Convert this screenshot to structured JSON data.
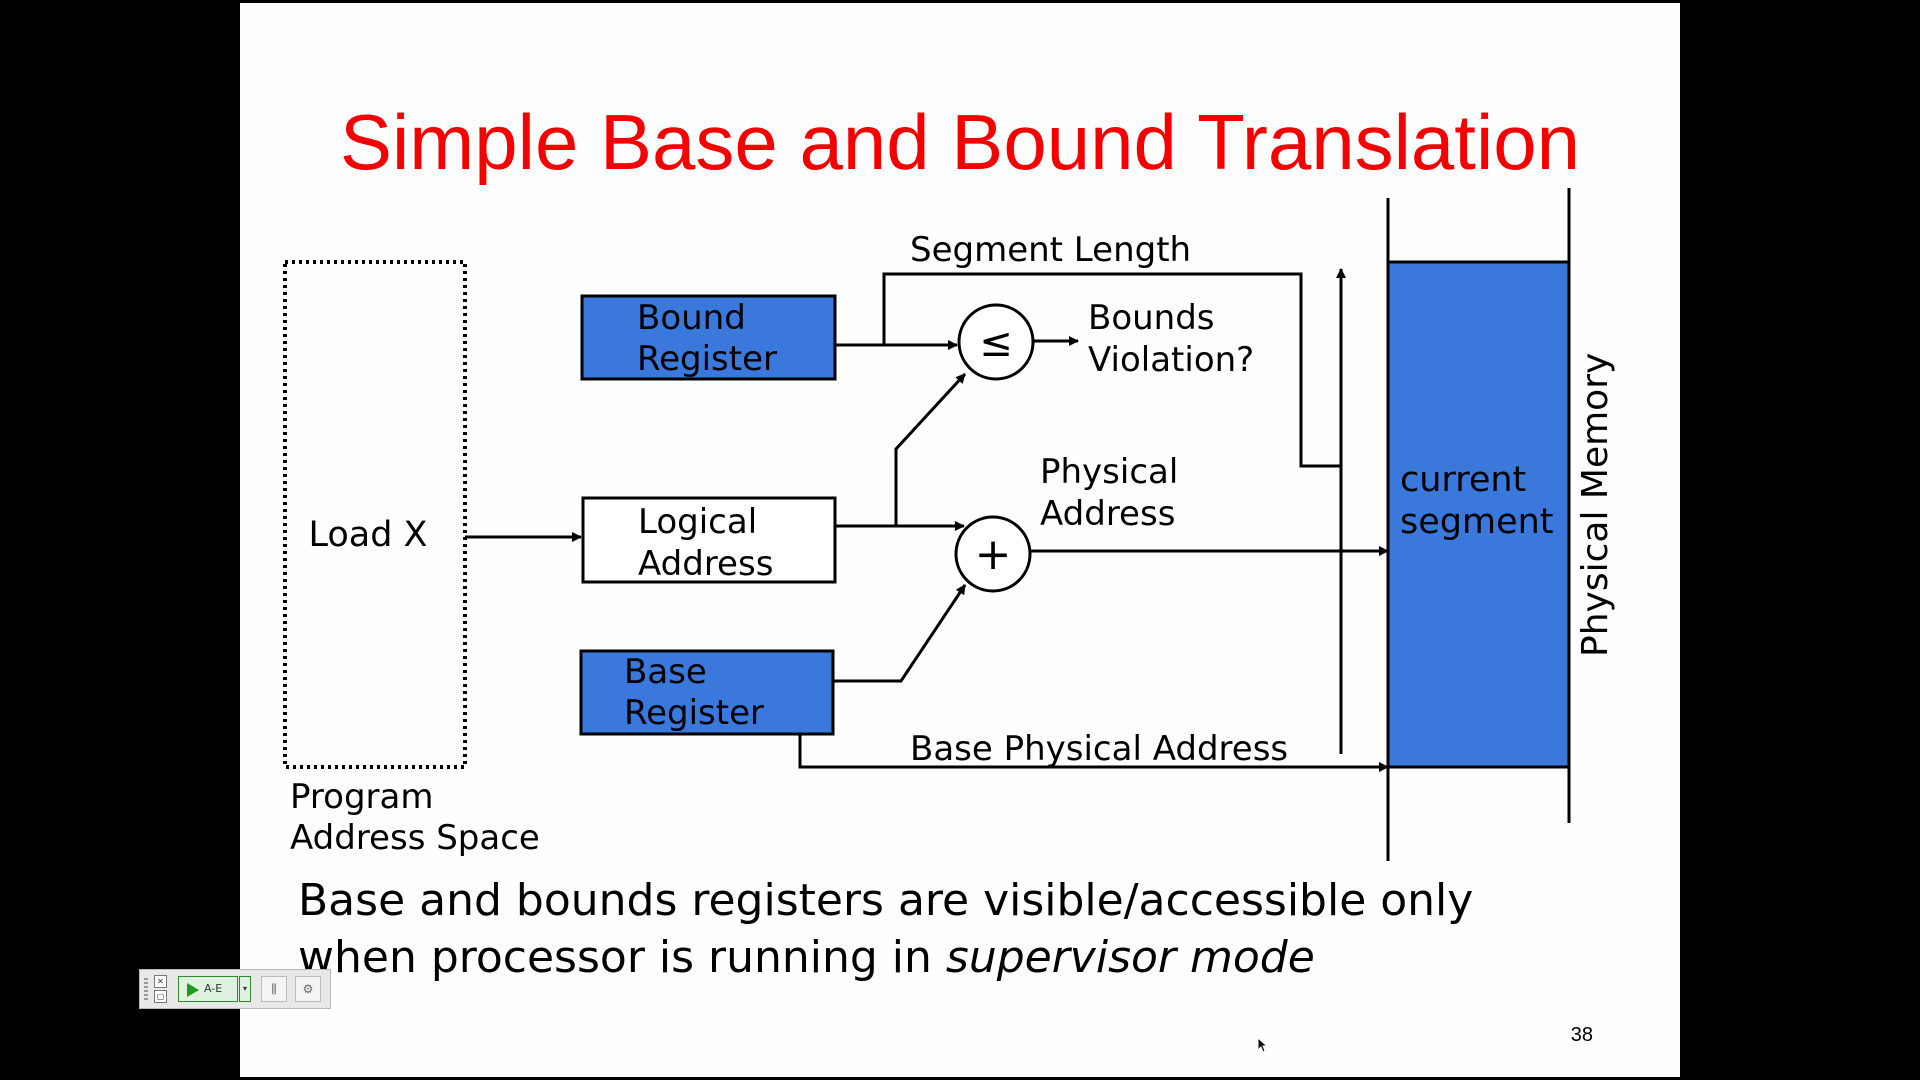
{
  "slide": {
    "title": "Simple Base and Bound Translation",
    "page_number": "38",
    "caption_line1": "Base and bounds registers are visible/accessible only",
    "caption_line2_prefix": "when processor is running in ",
    "caption_line2_emphasis": "supervisor mode"
  },
  "diagram": {
    "program_box_label": "Load X",
    "program_caption_line1": "Program",
    "program_caption_line2": "Address Space",
    "bound_register_line1": "Bound",
    "bound_register_line2": "Register",
    "logical_address_line1": "Logical",
    "logical_address_line2": "Address",
    "base_register_line1": "Base",
    "base_register_line2": "Register",
    "compare_symbol": "≤",
    "add_symbol": "+",
    "segment_length_label": "Segment Length",
    "bounds_violation_line1": "Bounds",
    "bounds_violation_line2": "Violation?",
    "physical_address_line1": "Physical",
    "physical_address_line2": "Address",
    "base_physical_address_label": "Base Physical Address",
    "segment_line1": "current",
    "segment_line2": "segment",
    "physical_memory_label": "Physical Memory"
  },
  "toolbar": {
    "play_label": "A-E",
    "dropdown_glyph": "▾",
    "list_glyph": "⫼",
    "gear_glyph": "⚙"
  },
  "colors": {
    "title_red": "#f40000",
    "register_blue": "#3a78dc",
    "segment_blue": "#3a78dc",
    "background": "#000000",
    "slide": "#fefefe"
  }
}
